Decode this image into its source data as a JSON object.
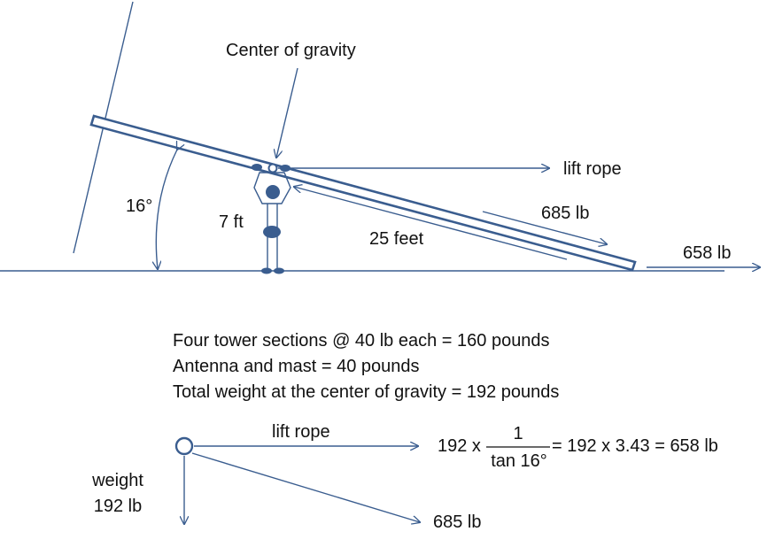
{
  "diagram": {
    "center_of_gravity_label": "Center of gravity",
    "lift_rope_label": "lift rope",
    "angle_label": "16°",
    "height_label": "7 ft",
    "length_label": "25 feet",
    "tension_label": "685 lb",
    "pull_label": "658 lb"
  },
  "notes": {
    "line1": "Four tower sections @ 40 lb each = 160 pounds",
    "line2": "Antenna and mast = 40 pounds",
    "line3": "Total weight at the center of gravity = 192 pounds"
  },
  "force_diagram": {
    "lift_rope_label": "lift rope",
    "weight_label": "weight",
    "weight_value": "192 lb",
    "tension_label": "685 lb"
  },
  "equation": {
    "prefix": "192 x",
    "numerator": "1",
    "denominator": "tan 16°",
    "result": "= 192 x 3.43 = 658 lb"
  },
  "colors": {
    "line": "#3a5d8f",
    "text": "#111111"
  }
}
